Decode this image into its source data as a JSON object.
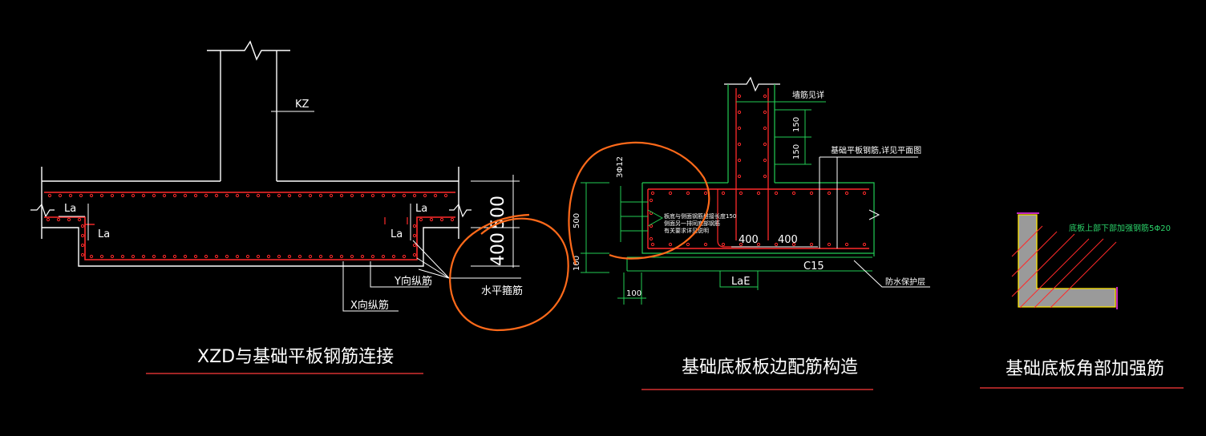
{
  "drawing": {
    "colors": {
      "background": "#000000",
      "outline": "#ffffff",
      "rebar": "#ff2a2a",
      "dimension": "#22cc55",
      "annotation": "#ff6a1a",
      "hatch_fill": "#9a9a9a",
      "accent_yellow": "#ffe600",
      "accent_magenta": "#ff33ff"
    },
    "detail1": {
      "title": "XZD与基础平板钢筋连接",
      "column_label": "KZ",
      "anchor_labels": [
        "La",
        "La",
        "La",
        "La"
      ],
      "y_bar_label": "Y向纵筋",
      "x_bar_label": "X向纵筋",
      "dim_500": "500",
      "dim_400": "400",
      "horizontal_bar_label": "水平箍筋"
    },
    "detail2": {
      "title": "基础底板板边配筋构造",
      "wall_bar_label": "墙筋见详",
      "slab_bar_label": "基础平板钢筋,详见平面图",
      "stirrup_label": "3Φ12",
      "dim_500": "500",
      "dim_100": "100",
      "dim_100_bottom": "100",
      "dim_150_a": "150",
      "dim_150_b": "150",
      "dim_400_a": "400",
      "dim_400_b": "400",
      "concrete_label": "C15",
      "lae_label": "LaE",
      "waterproof_label": "防水保护层",
      "note_lines": [
        "板底与侧面钢筋搭接长度150",
        "侧面另一排同底部钢筋",
        "有关要求详见说明"
      ]
    },
    "detail3": {
      "title": "基础底板角部加强筋",
      "note": "底板上部下部加强钢筋5Φ20"
    }
  }
}
